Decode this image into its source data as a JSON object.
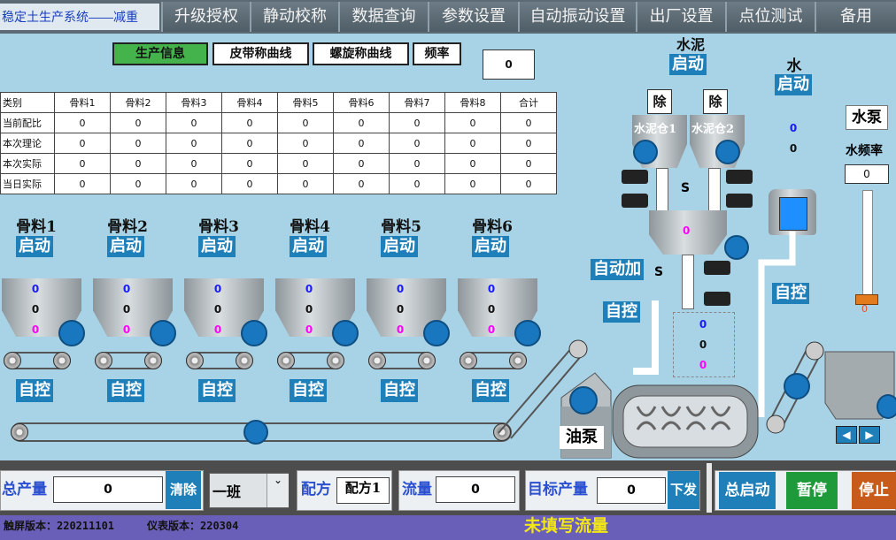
{
  "header": {
    "title": "稳定土生产系统——减重",
    "nav": [
      "升级授权",
      "静动校称",
      "数据查询",
      "参数设置",
      "自动振动设置",
      "出厂设置",
      "点位测试",
      "备用"
    ]
  },
  "info_tabs": [
    "生产信息",
    "皮带称曲线",
    "螺旋称曲线",
    "频率"
  ],
  "freq_value": "0",
  "table": {
    "headers": [
      "类别",
      "骨料1",
      "骨料2",
      "骨料3",
      "骨料4",
      "骨料5",
      "骨料6",
      "骨料7",
      "骨料8",
      "合计"
    ],
    "rows": [
      {
        "label": "当前配比",
        "values": [
          "0",
          "0",
          "0",
          "0",
          "0",
          "0",
          "0",
          "0",
          "0"
        ]
      },
      {
        "label": "本次理论",
        "values": [
          "0",
          "0",
          "0",
          "0",
          "0",
          "0",
          "0",
          "0",
          "0"
        ]
      },
      {
        "label": "本次实际",
        "values": [
          "0",
          "0",
          "0",
          "0",
          "0",
          "0",
          "0",
          "0",
          "0"
        ]
      },
      {
        "label": "当日实际",
        "values": [
          "0",
          "0",
          "0",
          "0",
          "0",
          "0",
          "0",
          "0",
          "0"
        ]
      }
    ]
  },
  "aggregates": [
    {
      "name": "骨料1",
      "start": "启动",
      "v1": "0",
      "v2": "0",
      "v3": "0",
      "auto": "自控"
    },
    {
      "name": "骨料2",
      "start": "启动",
      "v1": "0",
      "v2": "0",
      "v3": "0",
      "auto": "自控"
    },
    {
      "name": "骨料3",
      "start": "启动",
      "v1": "0",
      "v2": "0",
      "v3": "0",
      "auto": "自控"
    },
    {
      "name": "骨料4",
      "start": "启动",
      "v1": "0",
      "v2": "0",
      "v3": "0",
      "auto": "自控"
    },
    {
      "name": "骨料5",
      "start": "启动",
      "v1": "0",
      "v2": "0",
      "v3": "0",
      "auto": "自控"
    },
    {
      "name": "骨料6",
      "start": "启动",
      "v1": "0",
      "v2": "0",
      "v3": "0",
      "auto": "自控"
    }
  ],
  "cement": {
    "title": "水泥",
    "start": "启动",
    "remove": "除",
    "silo1": "水泥仓1",
    "silo2": "水泥仓2",
    "s_label": "S",
    "hopper_value": "0",
    "auto_add": "自动加",
    "auto": "自控",
    "readings": [
      "0",
      "0",
      "0"
    ]
  },
  "water": {
    "title": "水",
    "start": "启动",
    "v1": "0",
    "v2": "0",
    "auto": "自控",
    "pump_label": "水泵",
    "freq_label": "水频率",
    "freq_value": "0",
    "slider_value": "0"
  },
  "oil_pump": "油泵",
  "bottom": {
    "total_label": "总产量",
    "total_value": "0",
    "clear": "清除",
    "shift": "一班",
    "recipe_label": "配方",
    "recipe_value": "配方1",
    "flow_label": "流量",
    "flow_value": "0",
    "target_label": "目标产量",
    "target_value": "0",
    "send": "下发",
    "start_all": "总启动",
    "pause": "暂停",
    "stop": "停止"
  },
  "status": {
    "touch_version": "触屏版本：220211101",
    "meter_version": "仪表版本：220304",
    "message": "未填写流量"
  },
  "colors": {
    "accent": "#1f7fb8",
    "pause": "#1f9a3a",
    "stop": "#c85a1a",
    "value_blue": "#1a1aff",
    "value_magenta": "#ff00ff"
  }
}
